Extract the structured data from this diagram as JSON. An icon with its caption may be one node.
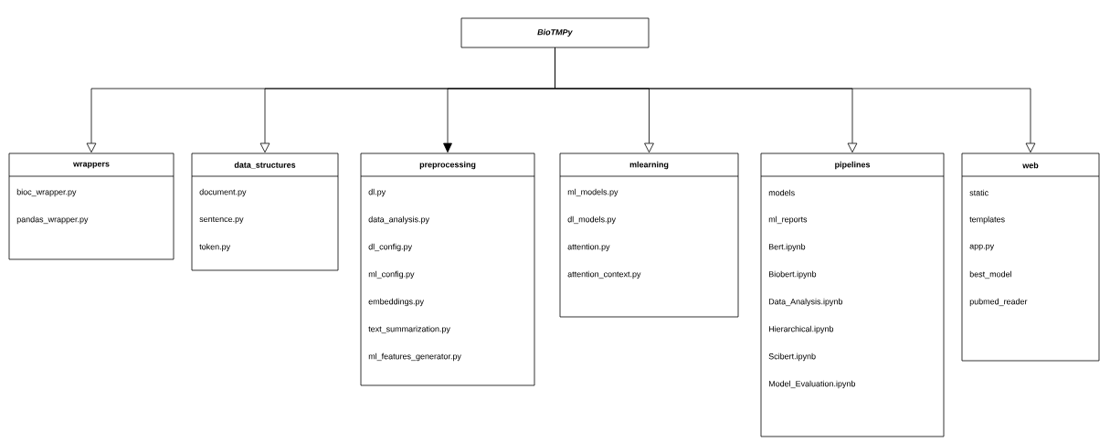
{
  "diagram": {
    "nodes": [
      {
        "text": [
          "*BioTMPy*"
        ]
      },
      {
        "text": [
          "wrappers",
          "bioc_wrapper.py",
          "pandas_wrapper.py"
        ]
      },
      {
        "text": [
          "data_structures",
          "document.py",
          "sentence.py",
          "token.py"
        ]
      },
      {
        "text": [
          "preprocessing",
          "dl.py",
          "data_analysis.py",
          "dl_config.py",
          "ml_config.py",
          "embeddings.py",
          "text_summarization.py",
          "ml_features_generator.py"
        ]
      },
      {
        "text": [
          "mlearning",
          "ml_models.py",
          "dl_models.py",
          "attention.py",
          "attention_context.py"
        ]
      },
      {
        "text": [
          "pipelines",
          "models",
          "ml_reports",
          "Bert.ipynb",
          "Biobert.ipynb",
          "Data_Analysis.ipynb",
          "Hierarchical.ipynb",
          "Scibert.ipynb",
          "Model_Evaluation.ipynb"
        ]
      },
      {
        "text": [
          "web",
          "static",
          "templates",
          "app.py",
          "best_model",
          "pubmed_reader"
        ]
      }
    ],
    "edges": [
      {
        "from": 0,
        "to": 1,
        "arrow": "to"
      },
      {
        "from": 0,
        "to": 2,
        "arrow": "to"
      },
      {
        "from": 0,
        "to": 3,
        "arrow": "to"
      },
      {
        "from": 0,
        "to": 4,
        "arrow": "to"
      },
      {
        "from": 0,
        "to": 5,
        "arrow": "to"
      },
      {
        "from": 0,
        "to": 6,
        "arrow": "to"
      }
    ]
  }
}
